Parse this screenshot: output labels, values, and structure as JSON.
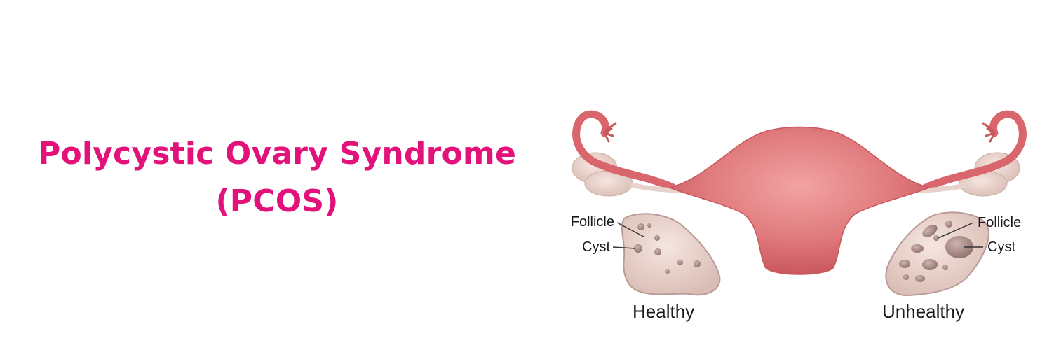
{
  "title": {
    "line1": "Polycystic Ovary Syndrome",
    "line2": "(PCOS)"
  },
  "diagram": {
    "healthy": {
      "follicle_label": "Follicle",
      "cyst_label": "Cyst",
      "caption": "Healthy"
    },
    "unhealthy": {
      "follicle_label": "Follicle",
      "cyst_label": "Cyst",
      "caption": "Unhealthy"
    }
  },
  "colors": {
    "title": "#e2127a",
    "uterus": "#e07a7d",
    "uterus_shadow": "#c9575e",
    "tube": "#d9666d",
    "ovary": "#ecd7d0",
    "ovary_edge": "#b99a94",
    "cyst": "#a98a85",
    "label_text": "#1a1a1a"
  }
}
